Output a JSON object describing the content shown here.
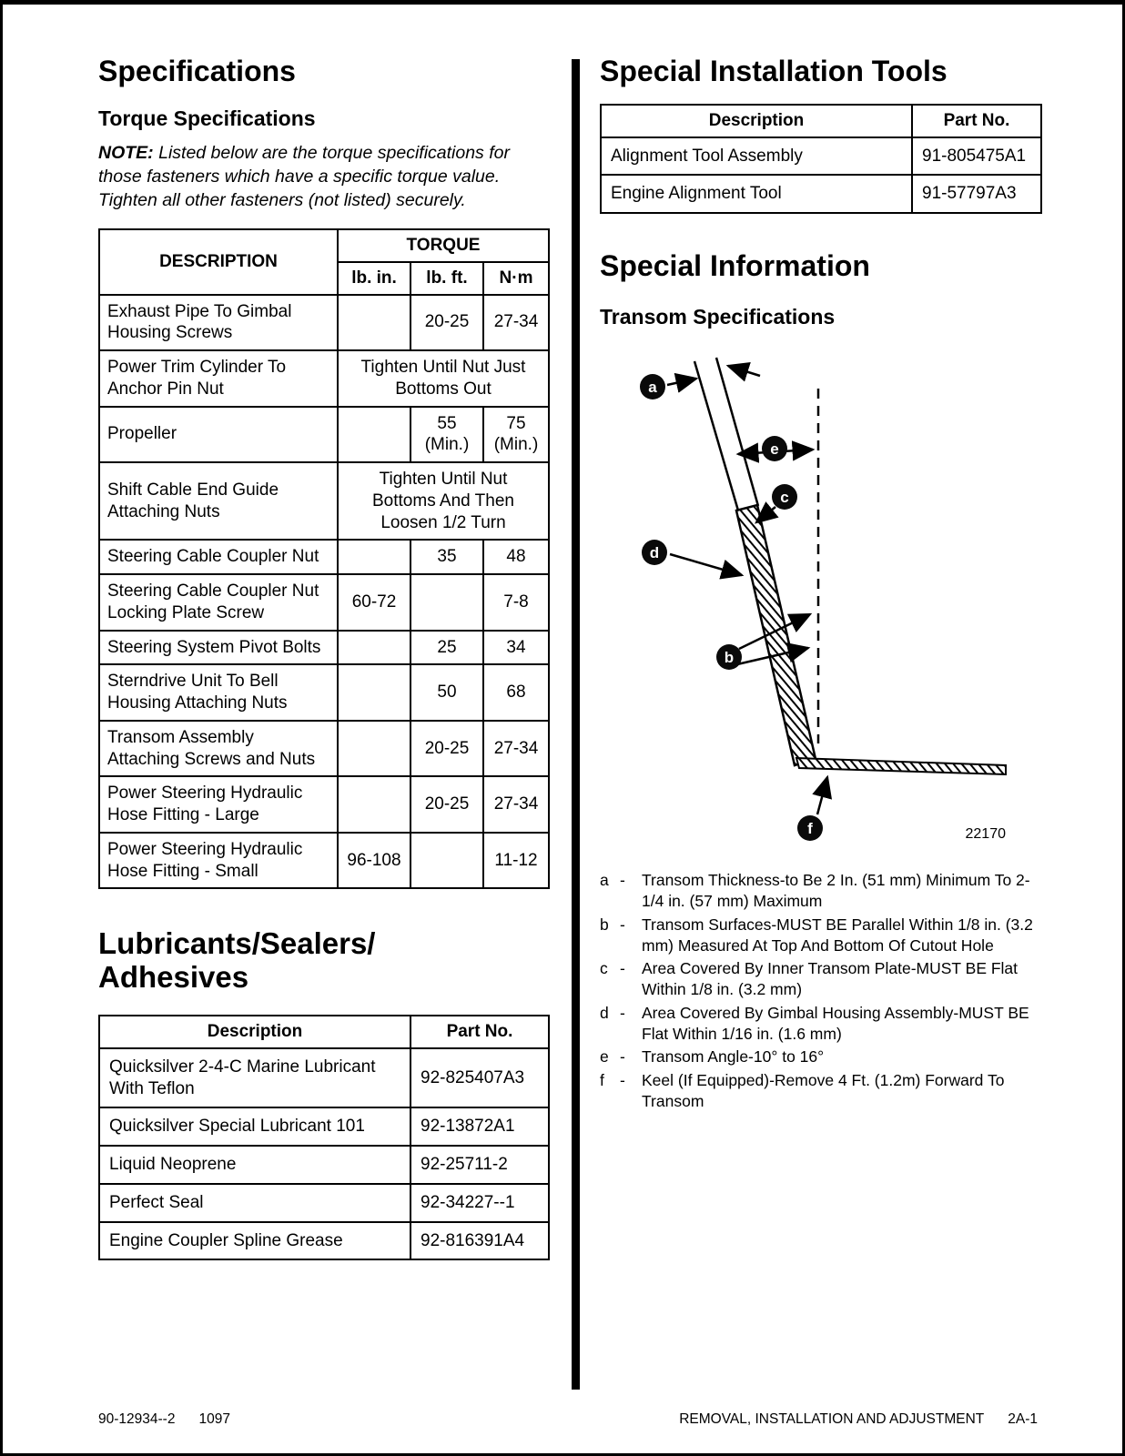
{
  "page": {
    "footer": {
      "left_code": "90-12934--2",
      "left_num": "1097",
      "right_text": "REMOVAL, INSTALLATION AND ADJUSTMENT",
      "right_page": "2A-1"
    }
  },
  "left": {
    "title": "Specifications",
    "torque_heading": "Torque Specifications",
    "note_label": "NOTE:",
    "note_text": "Listed below are the torque specifications for those fasteners which have a specific torque value. Tighten all other fasteners (not listed) securely.",
    "torque_table": {
      "header_description": "DESCRIPTION",
      "header_torque": "TORQUE",
      "header_lb_in": "lb. in.",
      "header_lb_ft": "lb. ft.",
      "header_nm": "N·m",
      "rows": [
        {
          "desc": "Exhaust Pipe To Gimbal Housing Screws",
          "lb_in": "",
          "lb_ft": "20-25",
          "nm": "27-34"
        },
        {
          "desc": "Power Trim Cylinder To Anchor Pin Nut",
          "span": "Tighten Until Nut Just Bottoms Out"
        },
        {
          "desc": "Propeller",
          "lb_in": "",
          "lb_ft": "55 (Min.)",
          "nm": "75 (Min.)"
        },
        {
          "desc": "Shift Cable End Guide Attaching Nuts",
          "span": "Tighten Until Nut Bottoms And Then Loosen 1/2 Turn"
        },
        {
          "desc": "Steering Cable Coupler Nut",
          "lb_in": "",
          "lb_ft": "35",
          "nm": "48"
        },
        {
          "desc": "Steering Cable Coupler Nut Locking Plate Screw",
          "lb_in": "60-72",
          "lb_ft": "",
          "nm": "7-8"
        },
        {
          "desc": "Steering System Pivot Bolts",
          "lb_in": "",
          "lb_ft": "25",
          "nm": "34"
        },
        {
          "desc": "Sterndrive Unit To Bell Housing Attaching Nuts",
          "lb_in": "",
          "lb_ft": "50",
          "nm": "68"
        },
        {
          "desc": "Transom Assembly Attaching Screws and Nuts",
          "lb_in": "",
          "lb_ft": "20-25",
          "nm": "27-34"
        },
        {
          "desc": "Power Steering Hydraulic Hose Fitting - Large",
          "lb_in": "",
          "lb_ft": "20-25",
          "nm": "27-34"
        },
        {
          "desc": "Power Steering Hydraulic Hose Fitting - Small",
          "lb_in": "96-108",
          "lb_ft": "",
          "nm": "11-12"
        }
      ]
    },
    "lub_title_line1": "Lubricants/Sealers/",
    "lub_title_line2": "Adhesives",
    "lub_table": {
      "header_description": "Description",
      "header_part": "Part No.",
      "rows": [
        {
          "desc": "Quicksilver 2-4-C Marine Lubricant With Teflon",
          "part": "92-825407A3"
        },
        {
          "desc": "Quicksilver Special Lubricant 101",
          "part": "92-13872A1"
        },
        {
          "desc": "Liquid Neoprene",
          "part": "92-25711-2"
        },
        {
          "desc": "Perfect Seal",
          "part": "92-34227--1"
        },
        {
          "desc": "Engine Coupler Spline Grease",
          "part": "92-816391A4"
        }
      ]
    }
  },
  "right": {
    "tools_title": "Special Installation Tools",
    "tools_table": {
      "header_description": "Description",
      "header_part": "Part No.",
      "rows": [
        {
          "desc": "Alignment Tool Assembly",
          "part": "91-805475A1"
        },
        {
          "desc": "Engine Alignment Tool",
          "part": "91-57797A3"
        }
      ]
    },
    "info_title": "Special Information",
    "transom_heading": "Transom Specifications",
    "diagram": {
      "figure_number": "22170",
      "callouts": [
        "a",
        "b",
        "c",
        "d",
        "e",
        "f"
      ]
    },
    "legend": {
      "separator": "-",
      "items": [
        {
          "letter": "a",
          "text": "Transom Thickness-to Be 2 In. (51 mm) Minimum To 2-1/4 in. (57 mm) Maximum"
        },
        {
          "letter": "b",
          "text": "Transom Surfaces-MUST BE Parallel Within 1/8 in. (3.2 mm) Measured At Top And Bottom Of Cutout Hole"
        },
        {
          "letter": "c",
          "text": "Area Covered By Inner Transom Plate-MUST BE Flat Within 1/8 in. (3.2 mm)"
        },
        {
          "letter": "d",
          "text": "Area Covered By Gimbal Housing Assembly-MUST BE Flat Within 1/16 in. (1.6 mm)"
        },
        {
          "letter": "e",
          "text": "Transom Angle-10° to 16°"
        },
        {
          "letter": "f",
          "text": "Keel (If Equipped)-Remove 4 Ft. (1.2m) Forward To Transom"
        }
      ]
    }
  }
}
